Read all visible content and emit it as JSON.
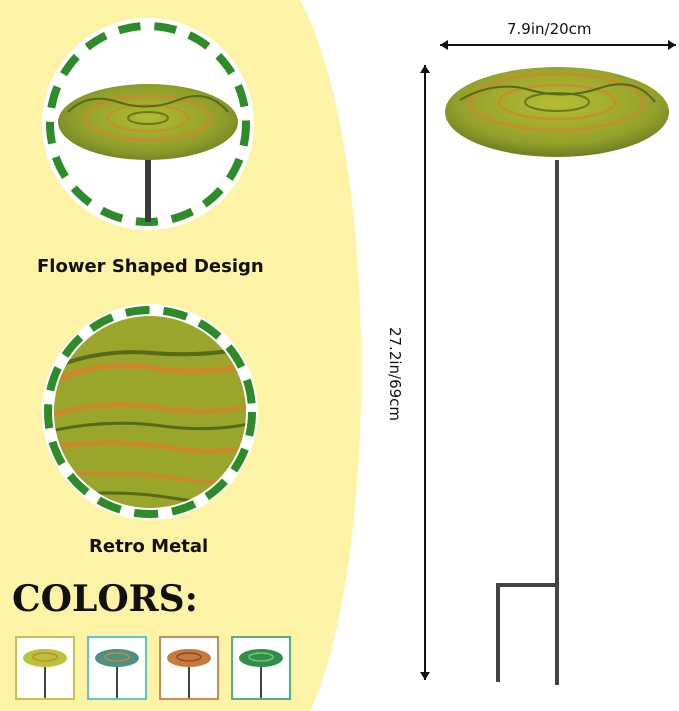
{
  "features": [
    {
      "caption": "Flower Shaped Design"
    },
    {
      "caption": "Retro Metal"
    }
  ],
  "colors_heading": "COLORS:",
  "swatches": [
    {
      "border": "#c8c24a",
      "tint": "#b8c23a"
    },
    {
      "border": "#5ec6c9",
      "tint": "#4f8f86"
    },
    {
      "border": "#d0875d",
      "tint": "#c87a3e"
    },
    {
      "border": "#52b277",
      "tint": "#2f8f4a"
    }
  ],
  "dimensions": {
    "width_label": "7.9in/20cm",
    "height_label": "27.2in/69cm"
  },
  "colors": {
    "background_accent": "#fdf3a7",
    "ring": "#2e8b2a",
    "bath_base": "#a6b32e",
    "stake": "#444444"
  }
}
